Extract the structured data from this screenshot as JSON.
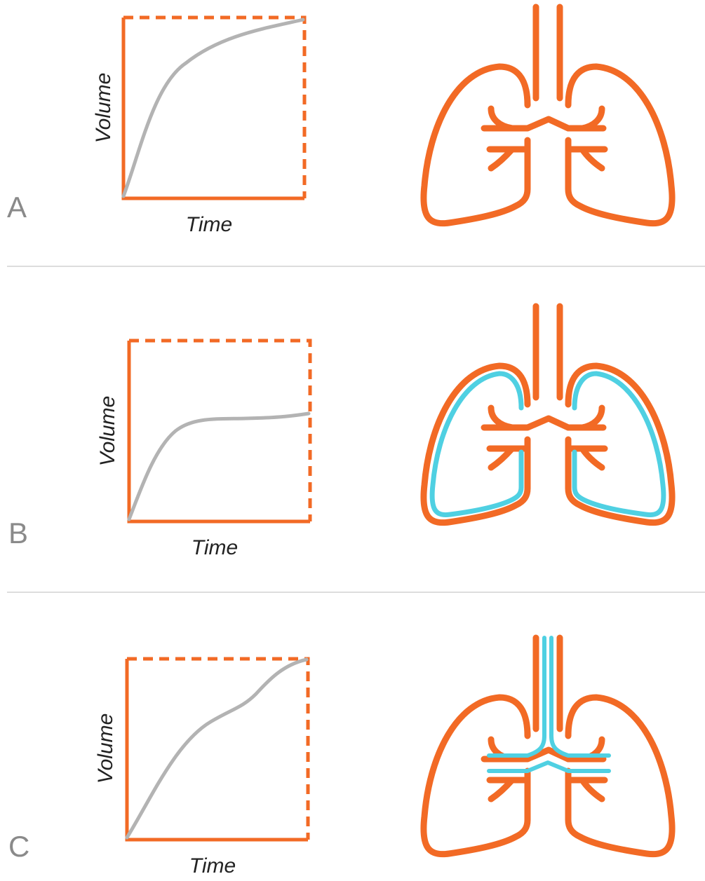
{
  "colors": {
    "accent": "#f26a25",
    "highlight": "#4fd0e2",
    "curve": "#b3b3b3",
    "divider": "#dddddd",
    "letter": "#8a8a8a"
  },
  "panels": [
    {
      "letter": "A",
      "xlabel": "Time",
      "ylabel": "Volume",
      "curve_shape": "smooth rise, continues to top-right corner",
      "highlight": "none"
    },
    {
      "letter": "B",
      "xlabel": "Time",
      "ylabel": "Volume",
      "curve_shape": "early rise then plateau below box top",
      "highlight": "lung-lining"
    },
    {
      "letter": "C",
      "xlabel": "Time",
      "ylabel": "Volume",
      "curve_shape": "slower rise with inflection, reaches top-right corner",
      "highlight": "airways"
    }
  ]
}
